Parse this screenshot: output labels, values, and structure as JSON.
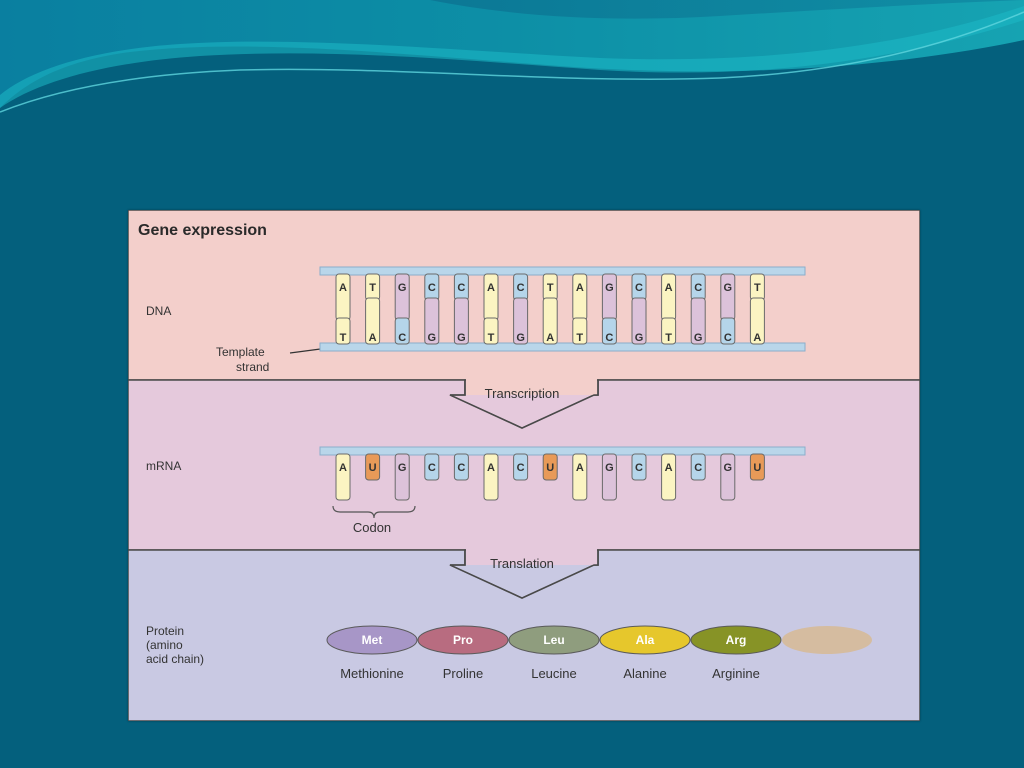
{
  "slide": {
    "colors": {
      "background": "#04607d",
      "dna_panel": "#f3cfcb",
      "mrna_panel": "#e5c9dc",
      "protein_panel": "#c9c9e3"
    }
  },
  "figure": {
    "title": "Gene expression",
    "dna_label": "DNA",
    "template_label_line1": "Template",
    "template_label_line2": "strand",
    "transcription_label": "Transcription",
    "mrna_label": "mRNA",
    "codon_label": "Codon",
    "translation_label": "Translation",
    "protein_label_line1": "Protein",
    "protein_label_line2": "(amino",
    "protein_label_line3": "acid chain)",
    "dna_coding_strand": [
      "A",
      "T",
      "G",
      "C",
      "C",
      "A",
      "C",
      "T",
      "A",
      "G",
      "C",
      "A",
      "C",
      "G",
      "T"
    ],
    "dna_template_strand": [
      "T",
      "A",
      "C",
      "G",
      "G",
      "T",
      "G",
      "A",
      "T",
      "C",
      "G",
      "T",
      "G",
      "C",
      "A"
    ],
    "mrna_bases": [
      "A",
      "U",
      "G",
      "C",
      "C",
      "A",
      "C",
      "U",
      "A",
      "G",
      "C",
      "A",
      "C",
      "G",
      "U"
    ],
    "base_colors": {
      "A": "#fbf4c2",
      "T": "#fbf4c2",
      "U": "#e89a58",
      "G": "#dcc2da",
      "C": "#b5d5ea"
    },
    "amino_acids": [
      {
        "abbr": "Met",
        "name": "Methionine",
        "color": "#a796c7"
      },
      {
        "abbr": "Pro",
        "name": "Proline",
        "color": "#b86c80"
      },
      {
        "abbr": "Leu",
        "name": "Leucine",
        "color": "#8f9d7e"
      },
      {
        "abbr": "Ala",
        "name": "Alanine",
        "color": "#e6c72c"
      },
      {
        "abbr": "Arg",
        "name": "Arginine",
        "color": "#879326"
      },
      {
        "abbr": "",
        "name": "",
        "color": "#d8b98f"
      }
    ]
  }
}
